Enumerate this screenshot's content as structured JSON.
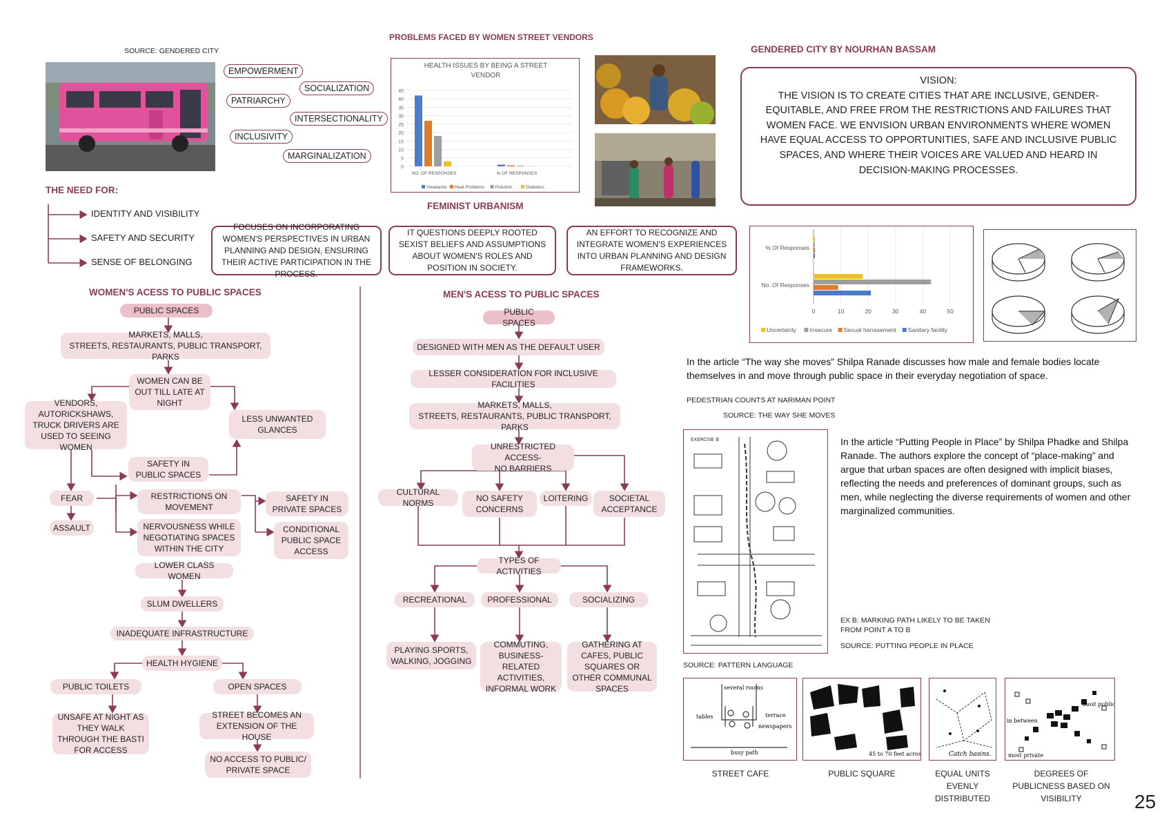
{
  "source_gendered_city": "SOURCE:  GENDERED CITY",
  "keywords": [
    "EMPOWERMENT",
    "SOCIALIZATION",
    "PATRIARCHY",
    "INTERSECTIONALITY",
    "INCLUSIVITY",
    "MARGINALIZATION"
  ],
  "problems_title": "PROBLEMS FACED BY WOMEN STREET VENDORS",
  "feminist_title": "FEMINIST URBANISM",
  "gendered_title": "GENDERED CITY BY NOURHAN BASSAM",
  "vision_text": "VISION:\nTHE VISION IS TO CREATE CITIES THAT ARE INCLUSIVE, GENDER-EQUITABLE, AND FREE FROM THE RESTRICTIONS AND FAILURES THAT WOMEN FACE. WE ENVISION URBAN ENVIRONMENTS WHERE WOMEN HAVE EQUAL ACCESS TO OPPORTUNITIES, SAFE AND INCLUSIVE PUBLIC SPACES, AND WHERE THEIR VOICES ARE VALUED AND HEARD IN DECISION-MAKING PROCESSES.",
  "need_title": "THE NEED FOR:",
  "needs": [
    "IDENTITY AND VISIBILITY",
    "SAFETY AND SECURITY",
    "SENSE OF BELONGING"
  ],
  "feminist_boxes": [
    "FOCUSES ON INCORPORATING WOMEN'S PERSPECTIVES IN URBAN PLANNING AND DESIGN, ENSURING THEIR ACTIVE PARTICIPATION IN THE PROCESS.",
    "IT QUESTIONS DEEPLY ROOTED SEXIST BELIEFS AND ASSUMPTIONS ABOUT WOMEN'S ROLES AND POSITION IN SOCIETY.",
    "AN EFFORT TO RECOGNIZE AND INTEGRATE WOMEN'S EXPERIENCES INTO URBAN PLANNING AND DESIGN FRAMEWORKS."
  ],
  "women_title": "WOMEN'S ACESS TO PUBLIC SPACES",
  "women": {
    "public": "PUBLIC SPACES",
    "markets": "MARKETS, MALLS,\nSTREETS, RESTAURANTS, PUBLIC TRANSPORT, PARKS",
    "late": "WOMEN CAN BE OUT TILL LATE AT NIGHT",
    "vendors": "VENDORS, AUTORICKSHAWS, TRUCK DRIVERS ARE USED TO SEEING WOMEN",
    "glances": "LESS UNWANTED GLANCES",
    "safety_public": "SAFETY IN PUBLIC SPACES",
    "fear": "FEAR",
    "assault": "ASSAULT",
    "restrictions": "RESTRICTIONS ON MOVEMENT",
    "nervous": "NERVOUSNESS WHILE NEGOTIATING SPACES WITHIN THE CITY",
    "safety_private": "SAFETY IN PRIVATE SPACES",
    "conditional": "CONDITIONAL PUBLIC SPACE ACCESS",
    "lower": "LOWER CLASS WOMEN",
    "slum": "SLUM DWELLERS",
    "infra": "INADEQUATE INFRASTRUCTURE",
    "hygiene": "HEALTH HYGIENE",
    "toilets": "PUBLIC TOILETS",
    "open": "OPEN SPACES",
    "unsafe": "UNSAFE AT NIGHT AS THEY WALK THROUGH THE BASTI FOR ACCESS",
    "street": "STREET BECOMES AN EXTENSION OF THE HOUSE",
    "noaccess": "NO ACCESS TO PUBLIC/ PRIVATE SPACE"
  },
  "men_title": "MEN'S ACESS TO PUBLIC SPACES",
  "men": {
    "public": "PUBLIC SPACES",
    "designed": "DESIGNED WITH MEN AS THE DEFAULT USER",
    "lesser": "LESSER CONSIDERATION FOR INCLUSIVE FACILITIES",
    "markets": "MARKETS, MALLS,\nSTREETS, RESTAURANTS, PUBLIC TRANSPORT, PARKS",
    "unrestricted": "UNRESTRICTED ACCESS-\nNO BARRIERS",
    "cultural": "CULTURAL NORMS",
    "nosafety": "NO SAFETY CONCERNS",
    "loitering": "LOITERING",
    "societal": "SOCIETAL ACCEPTANCE",
    "types": "TYPES OF ACTIVITIES",
    "recreational": "RECREATIONAL",
    "professional": "PROFESSIONAL",
    "socializing": "SOCIALIZING",
    "sports": "PLAYING SPORTS, WALKING, JOGGING",
    "commuting": "COMMUTING, BUSINESS-RELATED ACTIVITIES, INFORMAL WORK",
    "gathering": "GATHERING AT CAFES, PUBLIC SQUARES OR OTHER COMMUNAL SPACES"
  },
  "article1": "In the article “The way she moves” Shilpa Ranade discusses how male and female bodies locate themselves in and move through public space in their everyday negotiation of space.",
  "ped_counts": "PEDESTRIAN COUNTS AT NARIMAN POINT",
  "source_way": "SOURCE: THE WAY SHE MOVES",
  "article2": "In the article “Putting People in Place” by Shilpa Phadke and Shilpa Ranade. The authors explore the concept of “place-making” and argue that urban spaces are often designed with implicit biases, reflecting the needs and preferences of dominant groups, such as men, while neglecting the diverse requirements of women and other marginalized communities.",
  "exb": "EX B: MARKING PATH LIKELY TO BE TAKEN FROM POINT A TO B",
  "source_putting": "SOURCE:  PUTTING PEOPLE IN PLACE",
  "source_pattern": "SOURCE:  PATTERN LANGUAGE",
  "pattern_caps": [
    "STREET CAFE",
    "PUBLIC SQUARE",
    "EQUAL UNITS EVENLY DISTRIBUTED",
    "DEGREES OF PUBLICNESS BASED ON VISIBILITY"
  ],
  "page_number": "25",
  "chart_data": [
    {
      "type": "bar",
      "title": "HEALTH ISSUES BY BEING A STREET VENDOR",
      "categories": [
        "NO. OF RESPONSES",
        "% OF RESPONSES"
      ],
      "ylim": [
        0,
        45
      ],
      "yticks": [
        0,
        5,
        10,
        15,
        20,
        25,
        30,
        35,
        40,
        45
      ],
      "series": [
        {
          "name": "Headache",
          "color": "#4a7cc7",
          "values": [
            42,
            1
          ]
        },
        {
          "name": "Heat Problems",
          "color": "#e07b2a",
          "values": [
            27,
            0.6
          ]
        },
        {
          "name": "Pollution",
          "color": "#9e9e9e",
          "values": [
            18,
            0.4
          ]
        },
        {
          "name": "Diabetics",
          "color": "#f2c021",
          "values": [
            3,
            0.1
          ]
        }
      ]
    },
    {
      "type": "bar",
      "orientation": "horizontal",
      "categories": [
        "% Of Responses",
        "No. Of Responses"
      ],
      "xlim": [
        0,
        50
      ],
      "xticks": [
        0,
        10,
        20,
        30,
        40,
        50
      ],
      "series": [
        {
          "name": "Uncertainty",
          "color": "#f2c021",
          "values": [
            0.5,
            18
          ]
        },
        {
          "name": "Insecure",
          "color": "#9e9e9e",
          "values": [
            0.5,
            43
          ]
        },
        {
          "name": "Sexual harrasement",
          "color": "#e07b2a",
          "values": [
            0.5,
            9
          ]
        },
        {
          "name": "Sanitary facility",
          "color": "#4a7cc7",
          "values": [
            0.5,
            21
          ]
        }
      ]
    }
  ]
}
